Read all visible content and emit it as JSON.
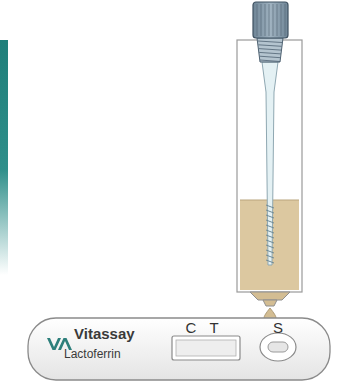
{
  "diagram": {
    "nodes": [
      {
        "text": [
          "Vitassay",
          "Lactoferrin"
        ]
      }
    ],
    "labels": [
      "C",
      "T",
      "S"
    ]
  }
}
